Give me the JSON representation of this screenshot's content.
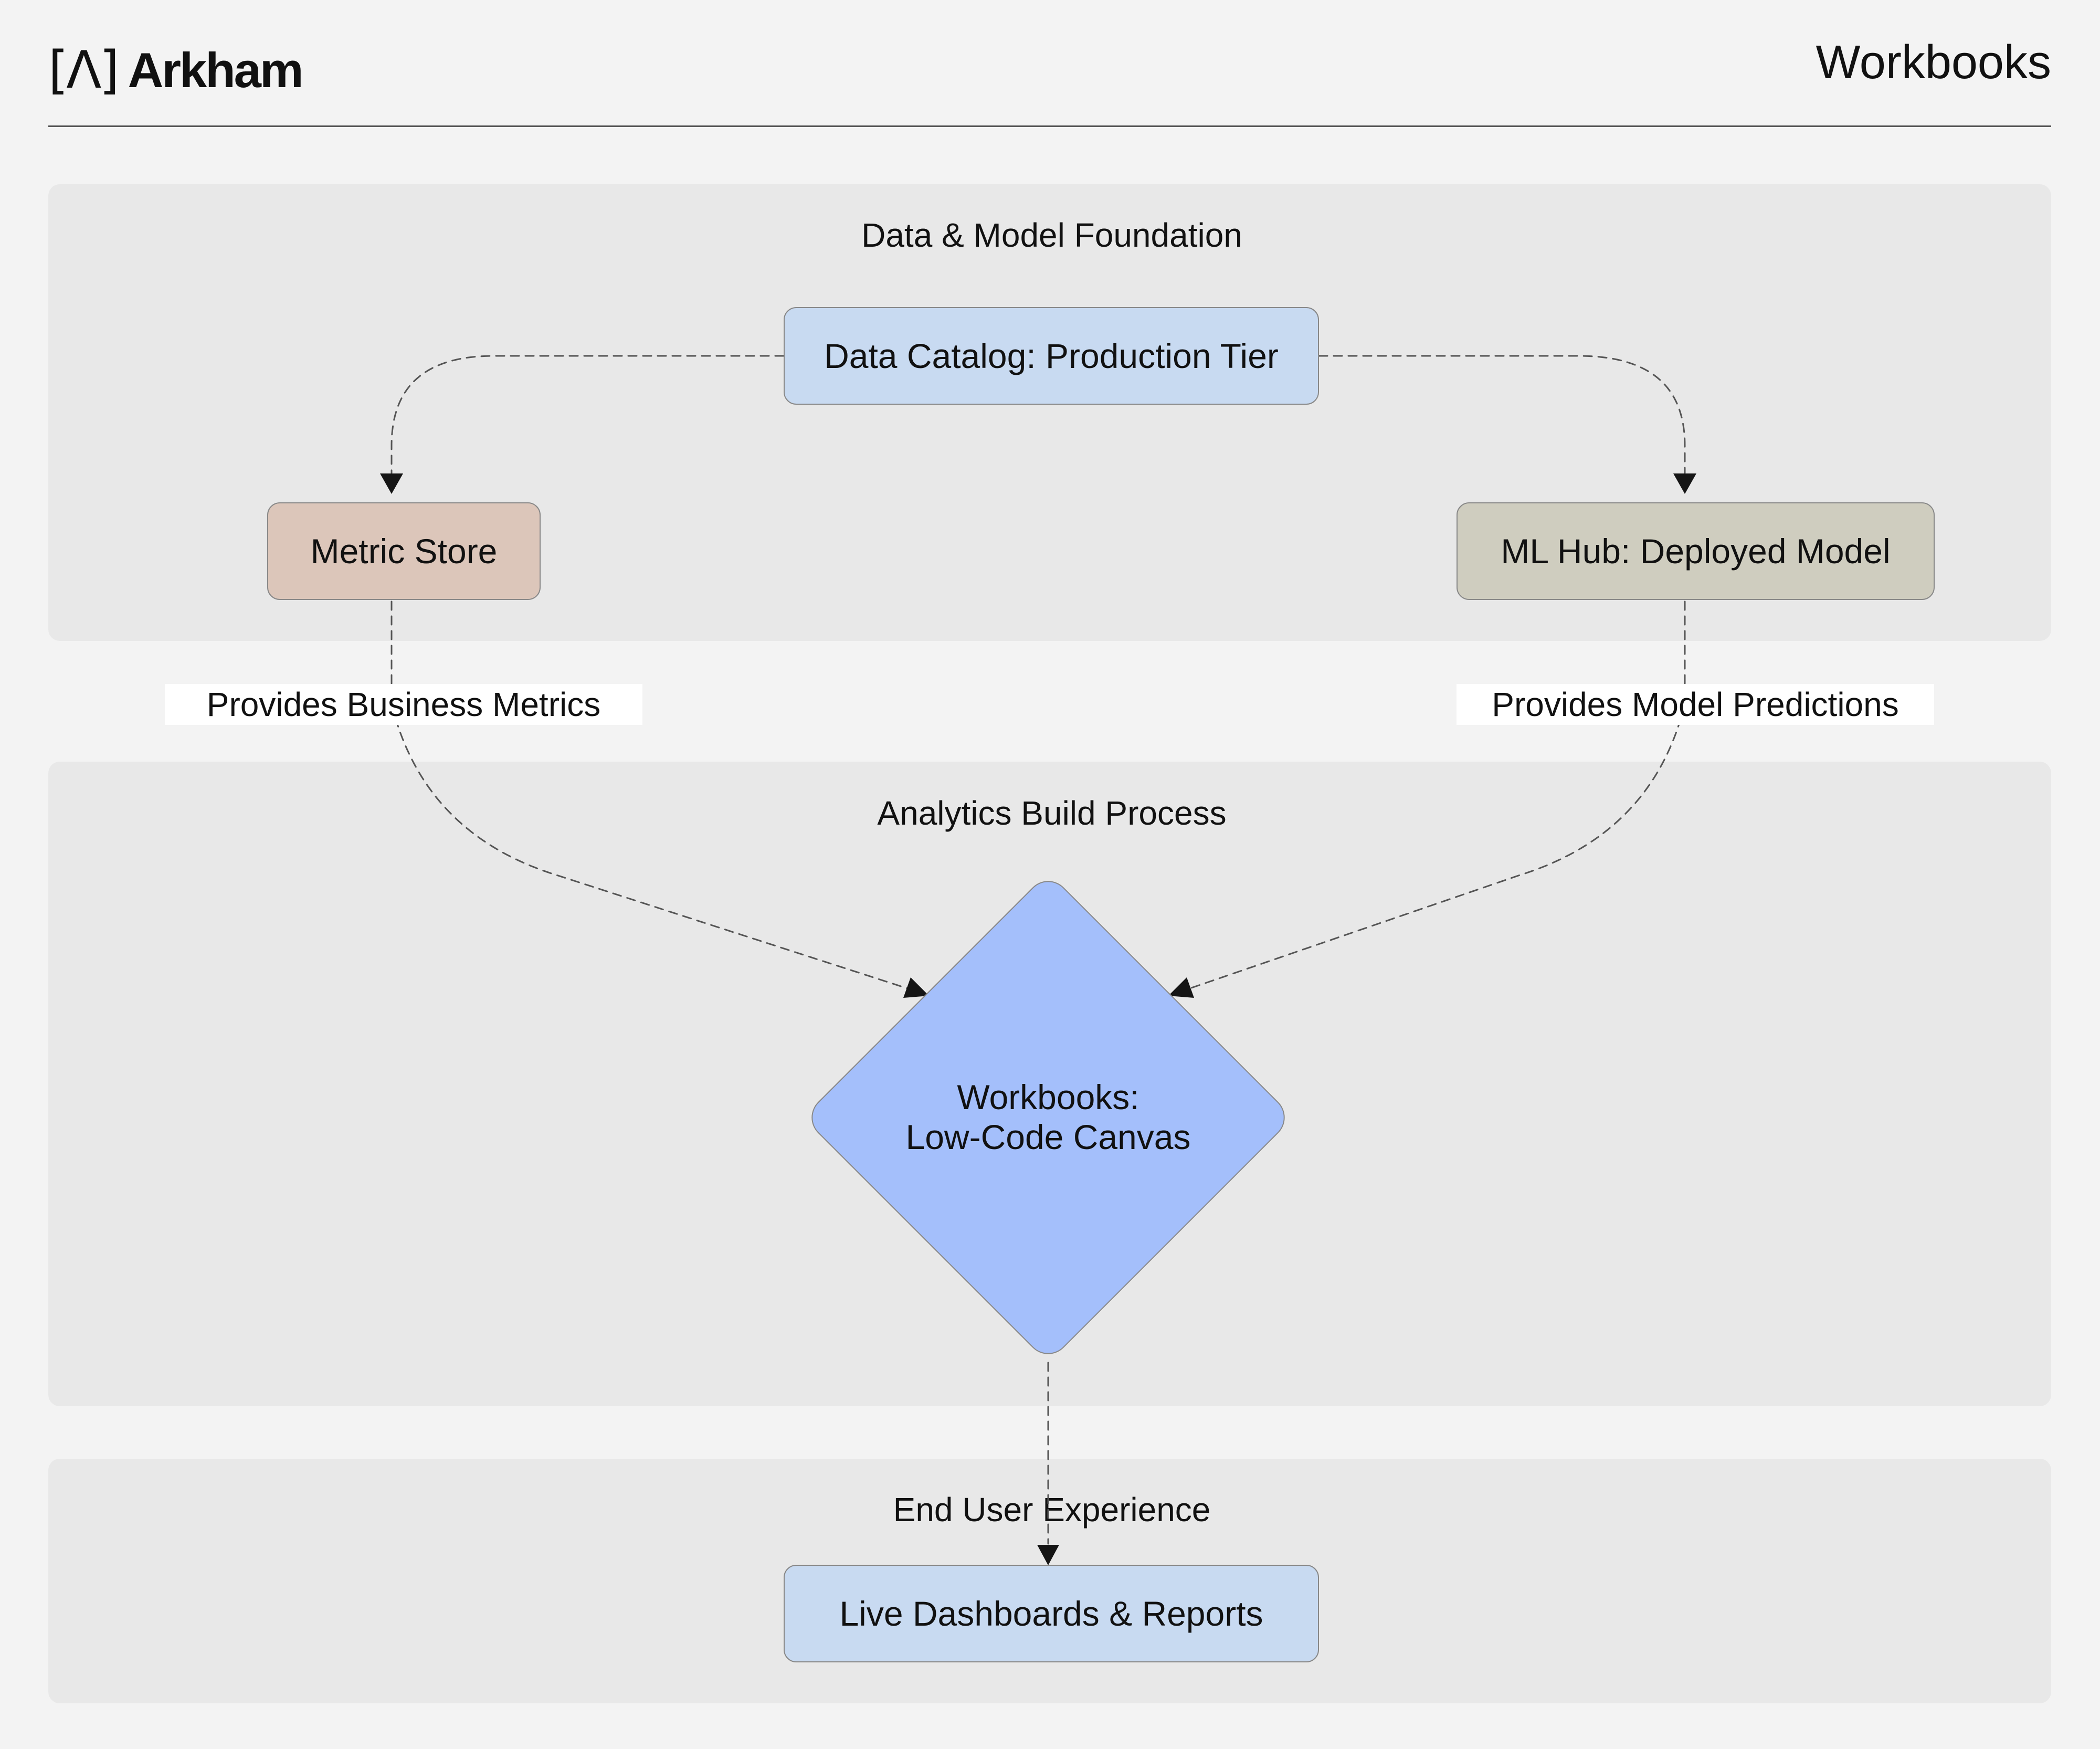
{
  "header": {
    "logo_mark": "[Λ]",
    "logo_text": "Arkham",
    "title": "Workbooks"
  },
  "diagram": {
    "stages": [
      {
        "label": "Data & Model Foundation"
      },
      {
        "label": "Analytics Build Process"
      },
      {
        "label": "End User Experience"
      }
    ],
    "nodes": {
      "data_catalog": "Data Catalog: Production Tier",
      "metric_store": "Metric Store",
      "ml_hub": "ML Hub: Deployed Model",
      "workbooks_line_1": "Workbooks:",
      "workbooks_line_2": "Low-Code Canvas",
      "live_dashboards": "Live Dashboards & Reports"
    },
    "edge_labels": {
      "metric_to_workbooks": "Provides Business Metrics",
      "ml_to_workbooks": "Provides Model Predictions"
    },
    "colors": {
      "page_background": "#f3f3f3",
      "stage_background": "#e8e8e8",
      "node_blue": "#c8daf1",
      "node_pink": "#dcc6ba",
      "node_olive": "#cfcdbf",
      "diamond_blue": "#a4bffb",
      "edge_line": "#555555"
    }
  }
}
